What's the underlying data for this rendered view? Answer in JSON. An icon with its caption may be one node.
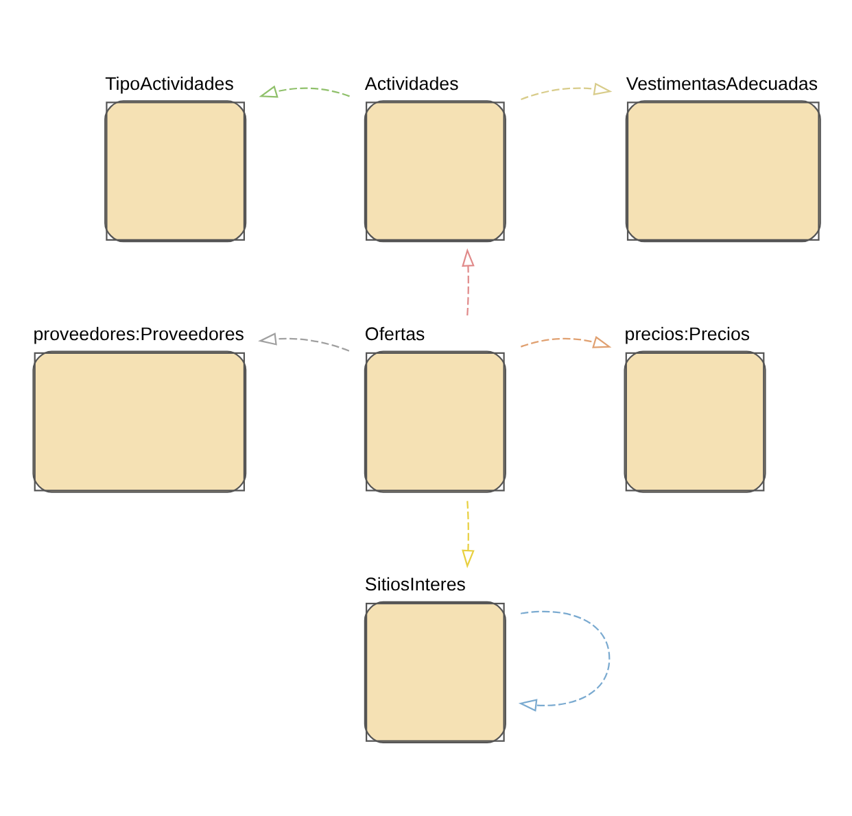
{
  "diagram": {
    "nodes": [
      {
        "text": [
          "TipoActividades"
        ]
      },
      {
        "text": [
          "Actividades"
        ]
      },
      {
        "text": [
          "VestimentasAdecuadas"
        ]
      },
      {
        "text": [
          "proveedores:Proveedores"
        ]
      },
      {
        "text": [
          "Ofertas"
        ]
      },
      {
        "text": [
          "precios:Precios"
        ]
      },
      {
        "text": [
          "SitiosInteres"
        ]
      }
    ],
    "edges": [
      {
        "from": 1,
        "to": 0,
        "arrow": "to",
        "style": "dashed",
        "color": "#8fc06a"
      },
      {
        "from": 1,
        "to": 2,
        "arrow": "to",
        "style": "dashed",
        "color": "#d8cc8a"
      },
      {
        "from": 4,
        "to": 1,
        "arrow": "to",
        "style": "dashed",
        "color": "#e08a8a"
      },
      {
        "from": 4,
        "to": 3,
        "arrow": "to",
        "style": "dashed",
        "color": "#a0a0a0"
      },
      {
        "from": 4,
        "to": 5,
        "arrow": "to",
        "style": "dashed",
        "color": "#e0a070"
      },
      {
        "from": 4,
        "to": 6,
        "arrow": "to",
        "style": "dashed",
        "color": "#e8d040"
      },
      {
        "from": 6,
        "to": 6,
        "arrow": "to",
        "style": "dashed",
        "color": "#7aaad0"
      }
    ]
  }
}
